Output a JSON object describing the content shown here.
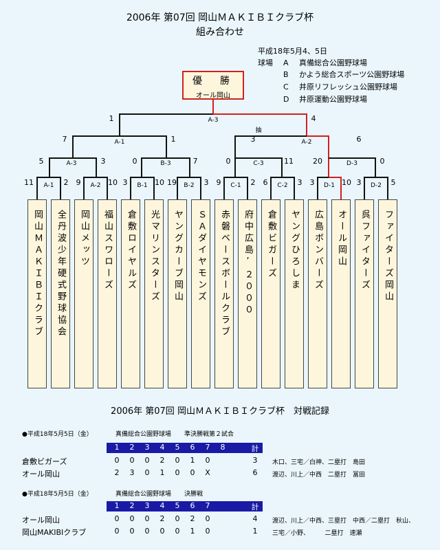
{
  "header": {
    "title": "2006年 第07回 岡山ＭＡＫＩＢＩクラブ杯",
    "subtitle": "組み合わせ",
    "date": "平成18年5月4、5日",
    "venue_label": "球場",
    "venues": [
      {
        "code": "A",
        "name": "真備総合公園野球場"
      },
      {
        "code": "B",
        "name": "かよう総合スポーツ公園野球場"
      },
      {
        "code": "C",
        "name": "井原リフレッシュ公園野球場"
      },
      {
        "code": "D",
        "name": "井原運動公園野球場"
      }
    ]
  },
  "champion": {
    "label": "優　勝",
    "team": "オール岡山"
  },
  "matches": {
    "final": {
      "code": "A-3",
      "left": "1",
      "right": "4"
    },
    "semi_left": {
      "code": "A-1",
      "left": "7",
      "right": "1"
    },
    "semi_right": {
      "code": "A-2",
      "left": "3",
      "right": "6",
      "note": "抽"
    },
    "q1": {
      "code": "A-3",
      "left": "5",
      "right": "3"
    },
    "q2": {
      "code": "B-3",
      "left": "0",
      "right": "7"
    },
    "q3": {
      "code": "C-3",
      "left": "0",
      "right": "11"
    },
    "q4": {
      "code": "D-3",
      "left": "20",
      "right": "0"
    },
    "r1": [
      {
        "code": "A-1",
        "left": "11",
        "right": "2"
      },
      {
        "code": "A-2",
        "left": "9",
        "right": "10"
      },
      {
        "code": "B-1",
        "left": "3",
        "right": "10"
      },
      {
        "code": "B-2",
        "left": "19",
        "right": "3"
      },
      {
        "code": "C-1",
        "left": "9",
        "right": "2"
      },
      {
        "code": "C-2",
        "left": "6",
        "right": "3"
      },
      {
        "code": "D-1",
        "left": "3",
        "right": "10"
      },
      {
        "code": "D-2",
        "left": "3",
        "right": "5"
      }
    ]
  },
  "teams": [
    "岡山ＭＡＫＩＢＩクラブ",
    "全丹波少年硬式野球協会",
    "岡山メッツ",
    "福山スワローズ",
    "倉敷ロイヤルズ",
    "光マリンスターズ",
    "ヤングカーブ岡山",
    "ＳＡダイヤモンズ",
    "赤磐ベースボールクラブ",
    "府中広島’２０００",
    "倉敷ビガーズ",
    "ヤングひろしま",
    "広島ボンバーズ",
    "オール岡山",
    "呉ファイターズ",
    "ファイターズ岡山"
  ],
  "records": {
    "title": "2006年 第07回 岡山ＭＡＫＩＢＩクラブ杯　対戦記録",
    "games": [
      {
        "date": "●平成18年5月5日（金）",
        "venue": "真備総合公園野球場",
        "round": "準決勝戦第２試合",
        "innings": [
          "1",
          "2",
          "3",
          "4",
          "5",
          "6",
          "7",
          "8"
        ],
        "total_label": "計",
        "rows": [
          {
            "team": "倉敷ビガーズ",
            "scores": [
              "0",
              "0",
              "0",
              "2",
              "0",
              "1",
              "0"
            ],
            "total": "3",
            "note": "木口、三宅／白神、二塁打　島田"
          },
          {
            "team": "オール岡山",
            "scores": [
              "2",
              "3",
              "0",
              "1",
              "0",
              "0",
              "X"
            ],
            "total": "6",
            "note": "渡辺、川上／中西　二塁打　冨田"
          }
        ]
      },
      {
        "date": "●平成18年5月5日（金）",
        "venue": "真備総合公園野球場",
        "round": "決勝戦",
        "innings": [
          "1",
          "2",
          "3",
          "4",
          "5",
          "6",
          "7"
        ],
        "total_label": "計",
        "rows": [
          {
            "team": "オール岡山",
            "scores": [
              "0",
              "0",
              "0",
              "2",
              "0",
              "2",
              "0"
            ],
            "total": "4",
            "note": "渡辺、川上／中西、三塁打　中西／二塁打　秋山、"
          },
          {
            "team": "岡山MAKIBIクラブ",
            "scores": [
              "0",
              "0",
              "0",
              "0",
              "0",
              "1",
              "0"
            ],
            "total": "1",
            "note": "三宅／小野、　　　二塁打　速瀬"
          }
        ]
      }
    ]
  }
}
